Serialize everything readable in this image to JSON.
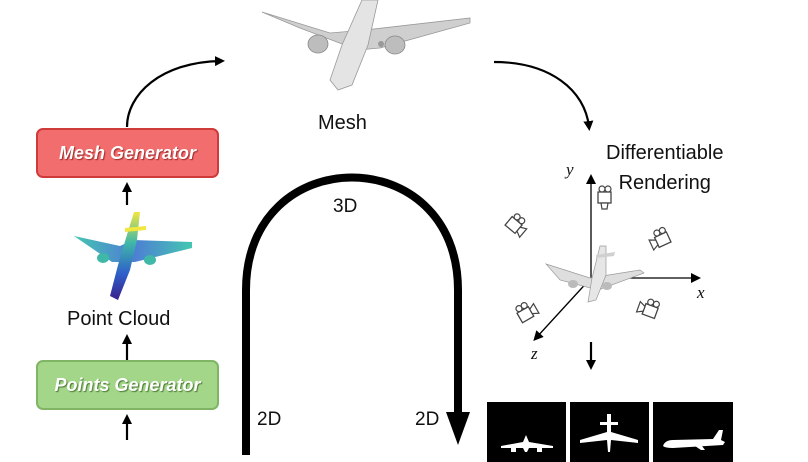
{
  "diagram": {
    "mesh_label": "Mesh",
    "point_cloud_label": "Point Cloud",
    "mesh_generator_label": "Mesh Generator",
    "points_generator_label": "Points Generator",
    "label_3d": "3D",
    "label_2d_left": "2D",
    "label_2d_right": "2D",
    "diff_rendering_line1": "Differentiable",
    "diff_rendering_line2": "Rendering",
    "axis_x": "x",
    "axis_y": "y",
    "axis_z": "z"
  },
  "colors": {
    "mesh_generator_fill": "#f26d6d",
    "points_generator_fill": "#a4d68a",
    "arrow": "#000000",
    "airplane_mesh": "#d9d9d9"
  },
  "icons": [
    "airplane-mesh-icon",
    "point-cloud-airplane-icon",
    "camera-icon",
    "airplane-silhouette-icon"
  ]
}
